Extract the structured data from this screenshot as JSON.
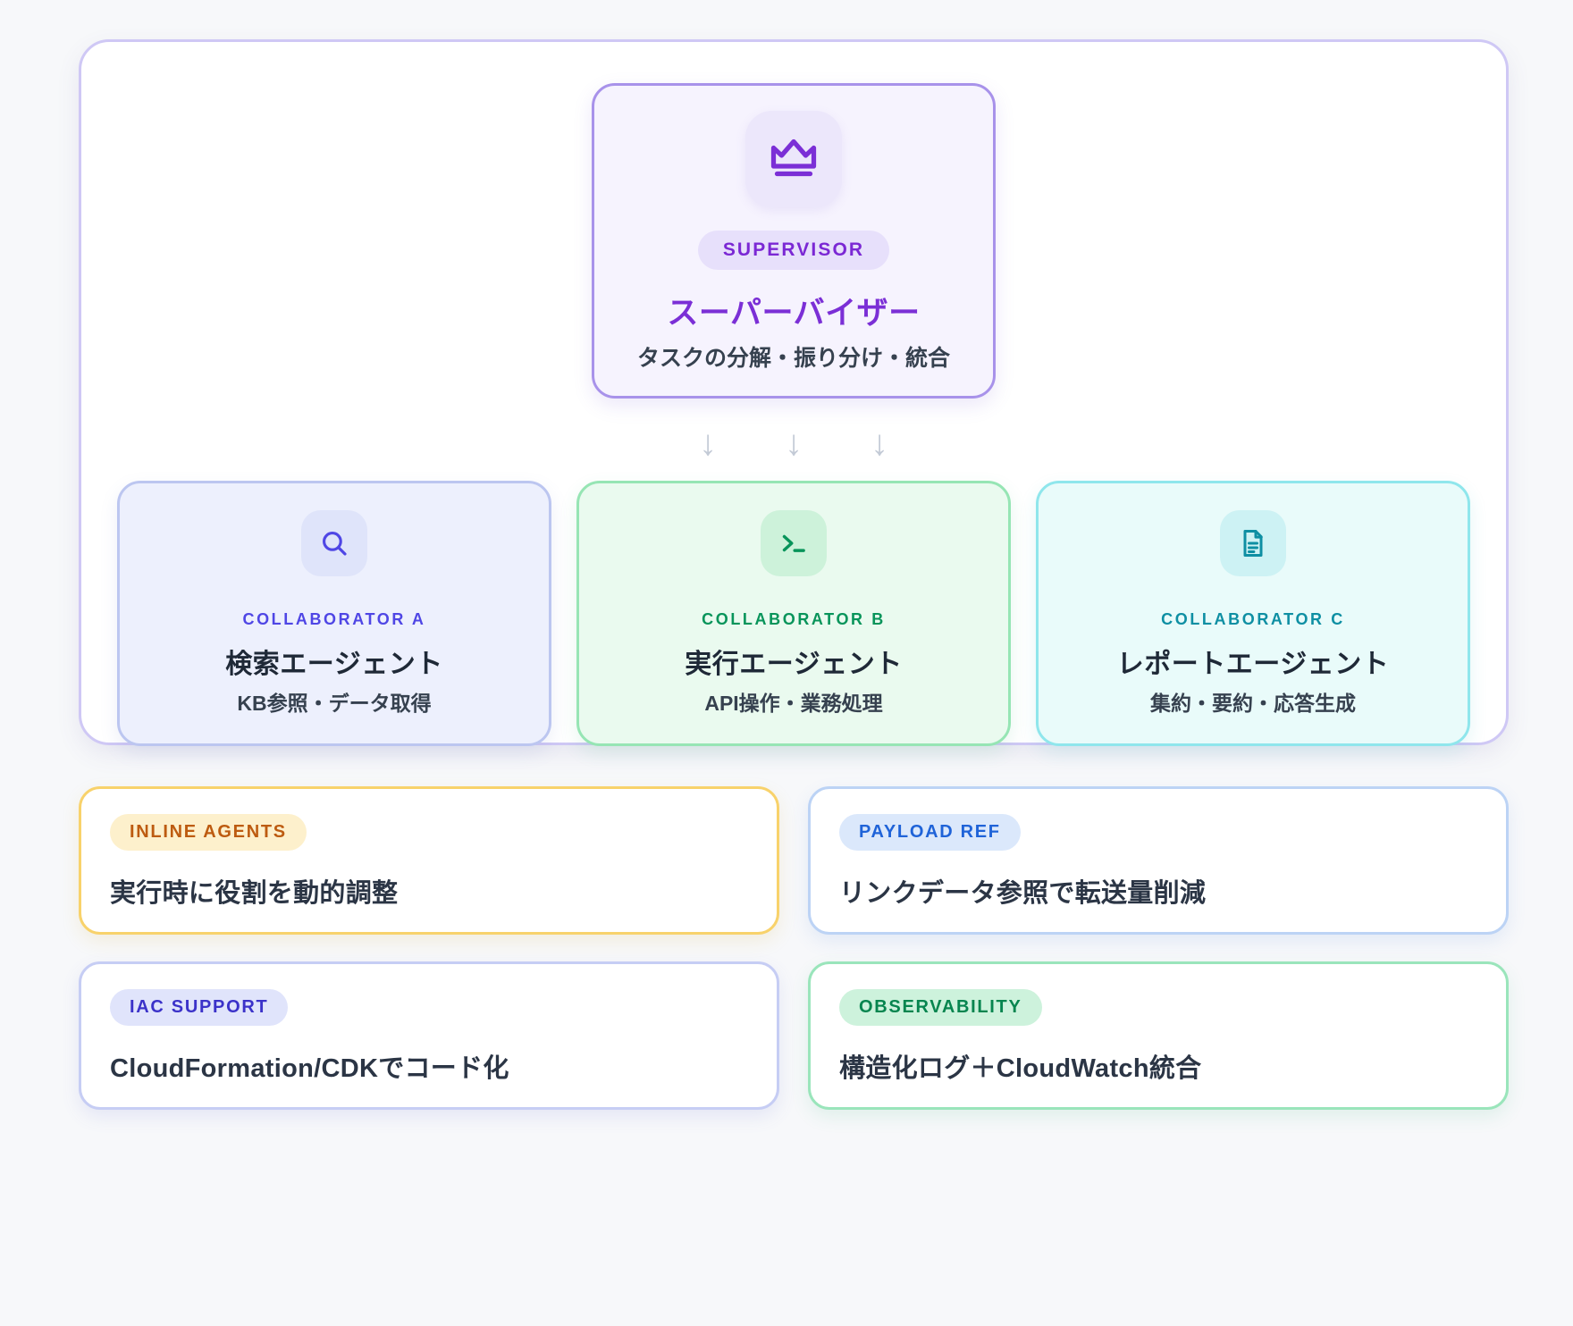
{
  "hierarchy": {
    "supervisor": {
      "icon": "crown-icon",
      "badge": "SUPERVISOR",
      "title": "スーパーバイザー",
      "subtitle": "タスクの分解・振り分け・統合",
      "accent": "#7b2fd6",
      "border": "#a892ea",
      "background": "#f6f3fe"
    },
    "arrows": [
      "↓",
      "↓",
      "↓"
    ],
    "collaborators": [
      {
        "icon": "search-icon",
        "badge": "COLLABORATOR A",
        "title": "検索エージェント",
        "subtitle": "KB参照・データ取得",
        "accent": "#4f46e5",
        "border": "#bcc6f0",
        "background": "#edf0fd"
      },
      {
        "icon": "terminal-icon",
        "badge": "COLLABORATOR B",
        "title": "実行エージェント",
        "subtitle": "API操作・業務処理",
        "accent": "#08945a",
        "border": "#96e5b4",
        "background": "#eafaef"
      },
      {
        "icon": "document-icon",
        "badge": "COLLABORATOR C",
        "title": "レポートエージェント",
        "subtitle": "集約・要約・応答生成",
        "accent": "#0e8fa3",
        "border": "#8fe6ec",
        "background": "#e9fbfa"
      }
    ]
  },
  "features": [
    {
      "badge": "INLINE AGENTS",
      "text": "実行時に役割を動的調整",
      "accent": "#bd5b10",
      "border": "#f8d26b",
      "badge_bg": "#fdf0cc"
    },
    {
      "badge": "PAYLOAD REF",
      "text": "リンクデータ参照で転送量削減",
      "accent": "#1f63d8",
      "border": "#bcd3f5",
      "badge_bg": "#dbe8fb"
    },
    {
      "badge": "IAC SUPPORT",
      "text": "CloudFormation/CDKでコード化",
      "accent": "#3b32c9",
      "border": "#c6cdf4",
      "badge_bg": "#e0e4fb"
    },
    {
      "badge": "OBSERVABILITY",
      "text": "構造化ログ＋CloudWatch統合",
      "accent": "#07854f",
      "border": "#9ae5bb",
      "badge_bg": "#cdf2dc"
    }
  ]
}
